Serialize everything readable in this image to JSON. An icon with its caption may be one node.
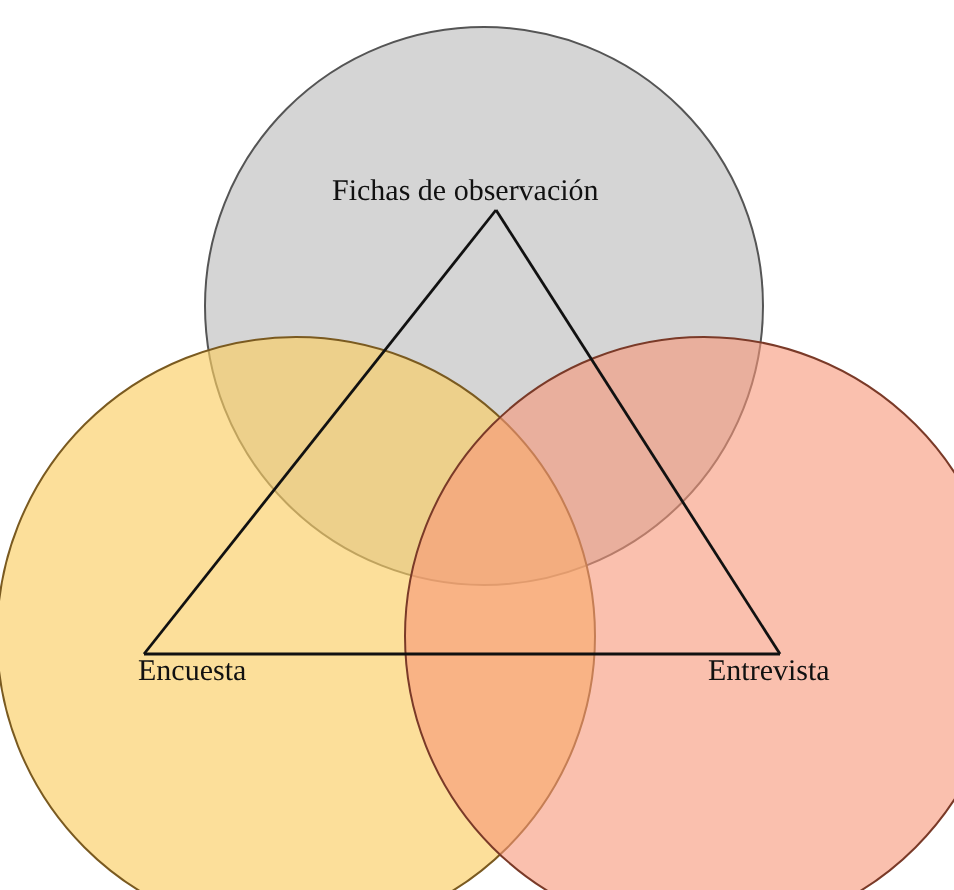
{
  "diagram": {
    "nodes": [
      {
        "text": [
          "Fichas de observación"
        ]
      },
      {
        "text": [
          "Encuesta"
        ]
      },
      {
        "text": [
          "Entrevista"
        ]
      }
    ],
    "edges": [
      {
        "from": 0,
        "to": 1,
        "arrow": "none"
      },
      {
        "from": 1,
        "to": 2,
        "arrow": "none"
      },
      {
        "from": 2,
        "to": 0,
        "arrow": "none"
      }
    ]
  }
}
